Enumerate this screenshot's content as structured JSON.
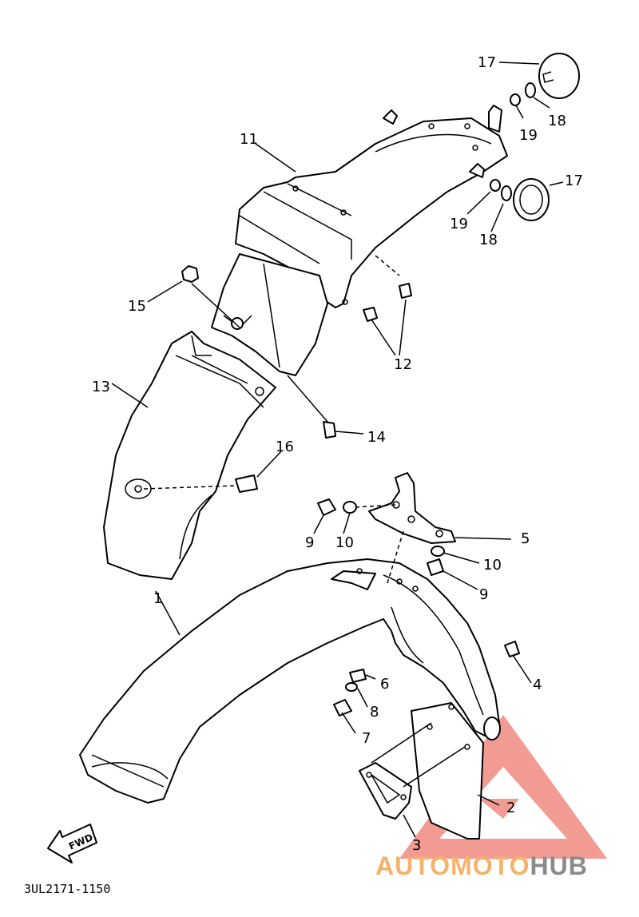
{
  "diagram": {
    "callouts": [
      "1",
      "2",
      "3",
      "4",
      "5",
      "6",
      "7",
      "8",
      "9",
      "9",
      "10",
      "10",
      "11",
      "12",
      "13",
      "14",
      "15",
      "16",
      "17",
      "17",
      "18",
      "18",
      "19",
      "19"
    ],
    "fwd_label": "FWD",
    "catalog_code": "3UL2171-1150",
    "watermark": {
      "prefix": "AUTOMOTO",
      "suffix": "HUB",
      "color_prefix": "#f5b26b",
      "color_suffix": "#8a8a8a",
      "triangle_color": "#e84a3c"
    }
  }
}
